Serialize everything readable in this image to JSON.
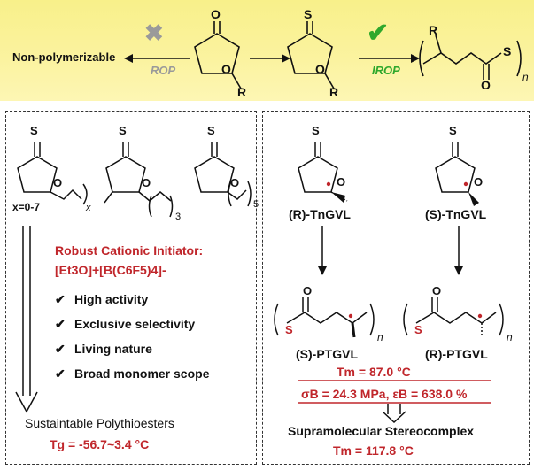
{
  "top": {
    "nonpoly": "Non-polymerizable",
    "rop": "ROP",
    "irop": "IROP",
    "n": "n",
    "x_glyph": "✖",
    "check_glyph": "✔"
  },
  "atoms": {
    "S": "S",
    "O": "O",
    "R": "R"
  },
  "left": {
    "x_range": "x=0-7",
    "x_sub": "x",
    "sub3": "3",
    "sub5": "5",
    "initiator_title": "Robust Cationic Initiator:",
    "initiator_formula": "[Et3O]+[B(C6F5)4]-",
    "bullets": [
      "High activity",
      "Exclusive selectivity",
      "Living nature",
      "Broad monomer scope"
    ],
    "product": "Sustaintable Polythioesters",
    "tg": "Tg = -56.7~3.4 °C"
  },
  "right": {
    "mono_r": "(R)-TnGVL",
    "mono_s": "(S)-TnGVL",
    "poly_s": "(S)-PTGVL",
    "poly_r": "(R)-PTGVL",
    "tm1": "Tm = 87.0 °C",
    "props": "σB = 24.3 MPa, εB = 638.0 %",
    "complex": "Supramolecular Stereocomplex",
    "tm2": "Tm = 117.8 °C"
  },
  "colors": {
    "accent_red": "#c0262b",
    "green": "#2fa82c",
    "gray": "#9a9a9a",
    "banner": "#f9f19a"
  }
}
